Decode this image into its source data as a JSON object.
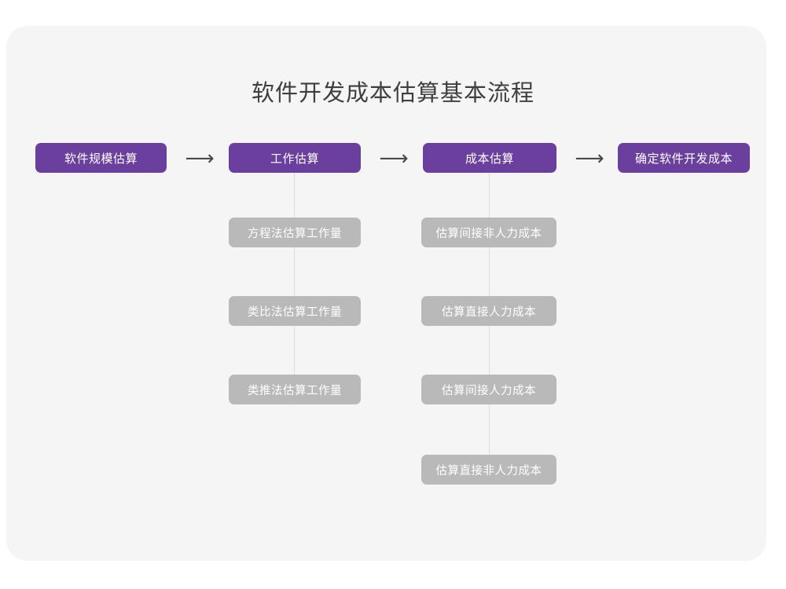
{
  "title": "软件开发成本估算基本流程",
  "colors": {
    "page_background": "#ffffff",
    "card_background": "#f5f5f6",
    "primary_node": "#6b3f9e",
    "secondary_node": "#b9b9b9",
    "node_text": "#ffffff",
    "title_text": "#3f3f3f",
    "arrow": "#4a4a4a",
    "connector": "#dcdcdc"
  },
  "flow": {
    "arrow_glyph": "⟶",
    "stages": [
      {
        "label": "软件规模估算",
        "substeps": []
      },
      {
        "label": "工作估算",
        "substeps": [
          "方程法估算工作量",
          "类比法估算工作量",
          "类推法估算工作量"
        ]
      },
      {
        "label": "成本估算",
        "substeps": [
          "估算间接非人力成本",
          "估算直接人力成本",
          "估算间接人力成本",
          "估算直接非人力成本"
        ]
      },
      {
        "label": "确定软件开发成本",
        "substeps": []
      }
    ]
  }
}
